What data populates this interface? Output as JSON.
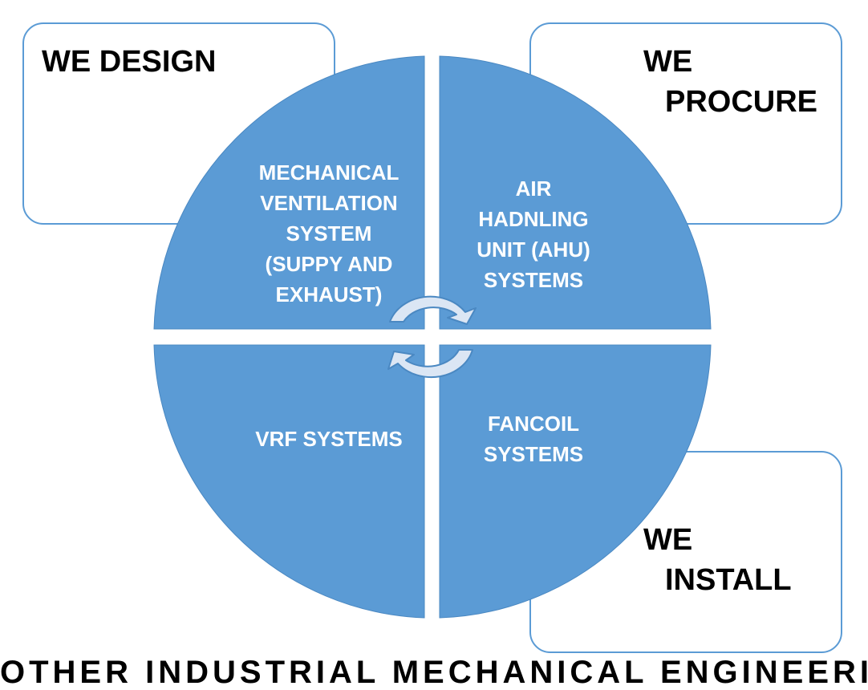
{
  "stages": {
    "design": "WE DESIGN",
    "procure_line1": "WE",
    "procure_line2": "PROCURE",
    "install_line1": "WE",
    "install_line2": "INSTALL"
  },
  "quadrants": {
    "top_left": [
      "MECHANICAL",
      "VENTILATION",
      "SYSTEM",
      "(SUPPY AND",
      "EXHAUST)"
    ],
    "top_right": [
      "AIR",
      "HADNLING",
      "UNIT (AHU)",
      "SYSTEMS"
    ],
    "bottom_left": [
      "VRF SYSTEMS"
    ],
    "bottom_right": [
      "FANCOIL",
      "SYSTEMS"
    ]
  },
  "footer": "OTHER INDUSTRIAL MECHANICAL ENGINEERING SERV",
  "colors": {
    "accent": "#5b9bd5",
    "box_border": "#5b9bd5",
    "label_text": "#ffffff",
    "arrow_fill": "#dbe6f4"
  }
}
